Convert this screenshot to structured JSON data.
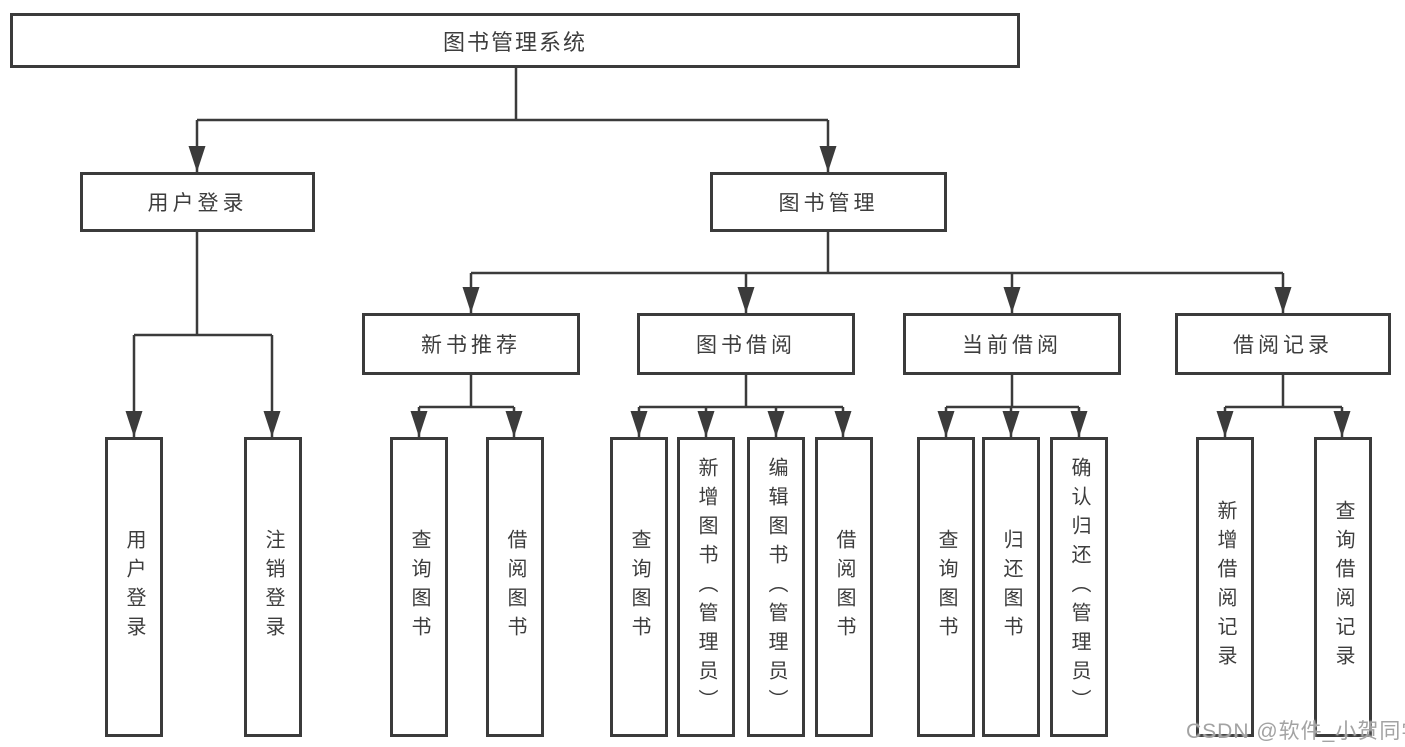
{
  "diagram": {
    "title": "图书管理系统",
    "root": {
      "label": "图书管理系统"
    },
    "branches": [
      {
        "label": "用户登录",
        "children": [
          {
            "label": "用户登录"
          },
          {
            "label": "注销登录"
          }
        ]
      },
      {
        "label": "图书管理",
        "groups": [
          {
            "label": "新书推荐",
            "children": [
              {
                "label": "查询图书"
              },
              {
                "label": "借阅图书"
              }
            ]
          },
          {
            "label": "图书借阅",
            "children": [
              {
                "label": "查询图书"
              },
              {
                "label": "新增图书（管理员）"
              },
              {
                "label": "编辑图书（管理员）"
              },
              {
                "label": "借阅图书"
              }
            ]
          },
          {
            "label": "当前借阅",
            "children": [
              {
                "label": "查询图书"
              },
              {
                "label": "归还图书"
              },
              {
                "label": "确认归还（管理员）"
              }
            ]
          },
          {
            "label": "借阅记录",
            "children": [
              {
                "label": "新增借阅记录"
              },
              {
                "label": "查询借阅记录"
              }
            ]
          }
        ]
      }
    ]
  },
  "watermark": {
    "text": "CSDN @软件_小贺同学"
  },
  "colors": {
    "line": "#3b3b3b",
    "box_border": "#3b3b3b",
    "text": "#3d3d3d",
    "watermark": "#a3a3a3",
    "background": "#ffffff"
  }
}
